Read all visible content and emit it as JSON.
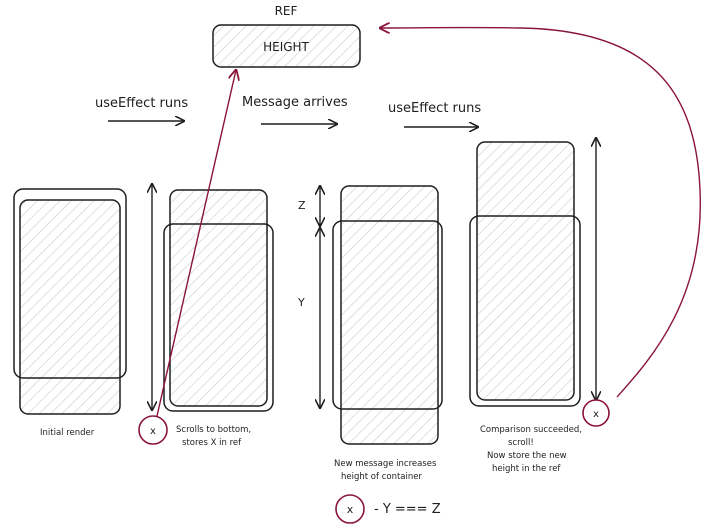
{
  "ref_box": {
    "title": "REF",
    "label": "HEIGHT"
  },
  "steps": [
    {
      "label": "useEffect runs"
    },
    {
      "label": "Message arrives"
    },
    {
      "label": "useEffect runs"
    }
  ],
  "dimensions": {
    "z": "Z",
    "y": "Y"
  },
  "markers": {
    "x1": "x",
    "x2": "x",
    "legend_x": "x"
  },
  "captions": {
    "initial": "Initial render",
    "scrolls_line1": "Scrolls to bottom,",
    "scrolls_line2": "stores X in ref",
    "new_msg_line1": "New message increases",
    "new_msg_line2": "height of container",
    "comp_line1": "Comparison succeeded,",
    "comp_line2": "scroll!",
    "comp_line3": "Now store the new",
    "comp_line4": "height in the ref"
  },
  "legend": {
    "formula": "- Y === Z"
  },
  "colors": {
    "ink": "#1e1e1e",
    "accent": "#8a1538",
    "hatch": "#c8ccd0"
  }
}
